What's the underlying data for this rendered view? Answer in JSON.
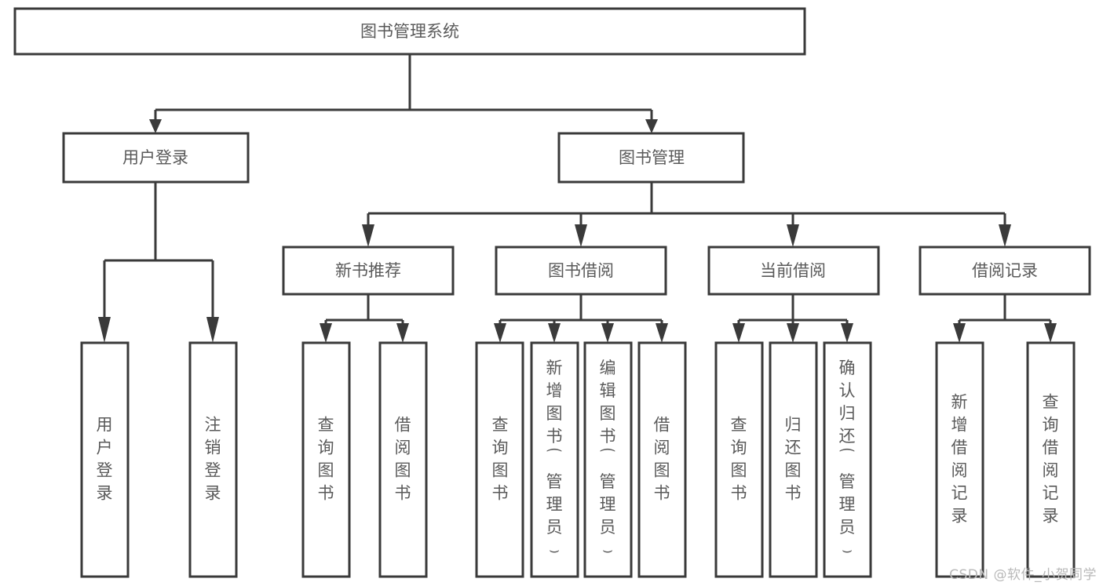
{
  "diagram": {
    "title": "图书管理系统",
    "type": "tree-hierarchy",
    "watermark": "CSDN @软件_小贺同学",
    "colors": {
      "stroke": "#3a3a3a",
      "text": "#5a5a5a",
      "background": "#ffffff",
      "watermark": "#b9b9b9"
    },
    "root": {
      "id": "root",
      "label": "图书管理系统",
      "orientation": "horizontal"
    },
    "level2": [
      {
        "id": "user-login",
        "label": "用户登录",
        "orientation": "horizontal"
      },
      {
        "id": "book-manage",
        "label": "图书管理",
        "orientation": "horizontal"
      }
    ],
    "level3": [
      {
        "id": "new-book-rec",
        "label": "新书推荐",
        "orientation": "horizontal",
        "parent": "book-manage"
      },
      {
        "id": "book-borrow",
        "label": "图书借阅",
        "orientation": "horizontal",
        "parent": "book-manage"
      },
      {
        "id": "current-borrow",
        "label": "当前借阅",
        "orientation": "horizontal",
        "parent": "book-manage"
      },
      {
        "id": "borrow-record",
        "label": "借阅记录",
        "orientation": "horizontal",
        "parent": "book-manage"
      }
    ],
    "leaves": [
      {
        "id": "leaf-user-login",
        "label": "用户登录",
        "orientation": "vertical",
        "parent": "user-login"
      },
      {
        "id": "leaf-user-logout",
        "label": "注销登录",
        "orientation": "vertical",
        "parent": "user-login"
      },
      {
        "id": "leaf-query-book-1",
        "label": "查询图书",
        "orientation": "vertical",
        "parent": "new-book-rec"
      },
      {
        "id": "leaf-borrow-book-1",
        "label": "借阅图书",
        "orientation": "vertical",
        "parent": "new-book-rec"
      },
      {
        "id": "leaf-query-book-2",
        "label": "查询图书",
        "orientation": "vertical",
        "parent": "book-borrow"
      },
      {
        "id": "leaf-add-book",
        "label": "新增图书（管理员）",
        "orientation": "vertical",
        "parent": "book-borrow"
      },
      {
        "id": "leaf-edit-book",
        "label": "编辑图书（管理员）",
        "orientation": "vertical",
        "parent": "book-borrow"
      },
      {
        "id": "leaf-borrow-book-2",
        "label": "借阅图书",
        "orientation": "vertical",
        "parent": "book-borrow"
      },
      {
        "id": "leaf-query-book-3",
        "label": "查询图书",
        "orientation": "vertical",
        "parent": "current-borrow"
      },
      {
        "id": "leaf-return-book",
        "label": "归还图书",
        "orientation": "vertical",
        "parent": "current-borrow"
      },
      {
        "id": "leaf-confirm-return",
        "label": "确认归还（管理员）",
        "orientation": "vertical",
        "parent": "current-borrow"
      },
      {
        "id": "leaf-add-record",
        "label": "新增借阅记录",
        "orientation": "vertical",
        "parent": "borrow-record"
      },
      {
        "id": "leaf-query-record",
        "label": "查询借阅记录",
        "orientation": "vertical",
        "parent": "borrow-record"
      }
    ]
  }
}
